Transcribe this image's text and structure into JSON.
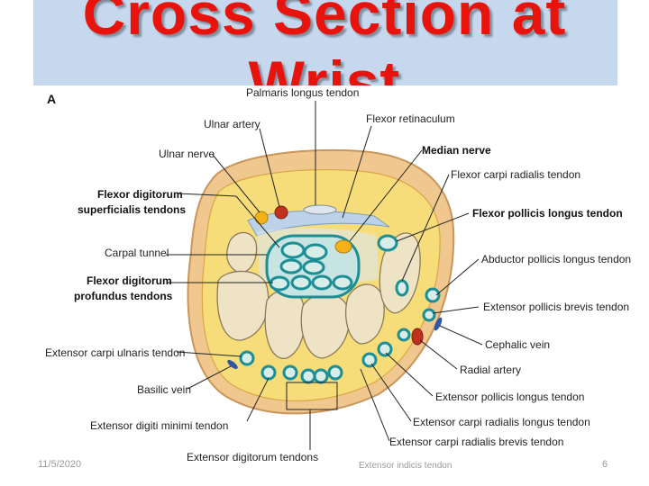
{
  "slide": {
    "title_line1": "Cross Section at",
    "title_line2": "Wrist",
    "date": "11/5/2020",
    "page_number": "6",
    "hidden_footer_text": "Extensor indicis tendon"
  },
  "figure": {
    "panel_letter": "A",
    "labels": {
      "palmaris_longus": "Palmaris longus tendon",
      "ulnar_artery": "Ulnar artery",
      "flexor_retinaculum": "Flexor retinaculum",
      "ulnar_nerve": "Ulnar nerve",
      "median_nerve": "Median nerve",
      "fcr": "Flexor carpi radialis tendon",
      "fds_1": "Flexor digitorum",
      "fds_2": "superficialis tendons",
      "fpl": "Flexor pollicis longus tendon",
      "carpal_tunnel": "Carpal tunnel",
      "apl": "Abductor pollicis longus tendon",
      "fdp_1": "Flexor digitorum",
      "fdp_2": "profundus tendons",
      "epb": "Extensor pollicis brevis tendon",
      "cephalic": "Cephalic vein",
      "ecu": "Extensor carpi ulnaris tendon",
      "radial_artery": "Radial artery",
      "basilic": "Basilic vein",
      "epl": "Extensor pollicis longus tendon",
      "edm": "Extensor digiti minimi tendon",
      "ecrl": "Extensor carpi radialis longus tendon",
      "ecrb": "Extensor carpi radialis brevis tendon",
      "ed": "Extensor digitorum tendons"
    }
  },
  "colors": {
    "title": "#e8130c",
    "title_band": "#c5d8ee",
    "skin": "#f1c98c",
    "fat": "#f7dd78",
    "bone": "#efe4c8",
    "tendon_sheath": "#1b8e96",
    "artery": "#c0321e",
    "nerve": "#f3b21a",
    "vein": "#2d56a8"
  }
}
